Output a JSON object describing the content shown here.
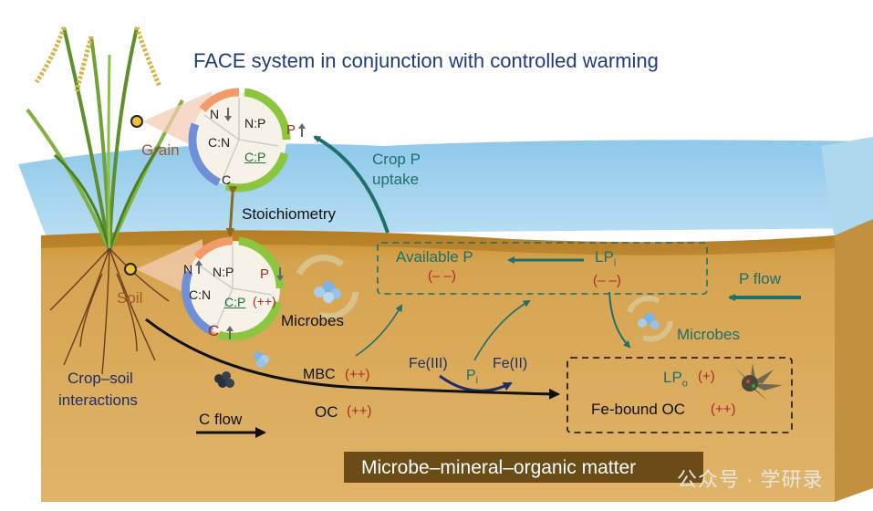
{
  "title": "FACE system in conjunction with controlled warming",
  "crop_labels": {
    "grain": "Grain",
    "soil": "Soil",
    "stoichiometry": "Stoichiometry",
    "crop_soil": "Crop–soil",
    "interactions": "interactions"
  },
  "grain_ring": {
    "n": "N",
    "np": "N:P",
    "p": "P",
    "cn": "C:N",
    "cp": "C:P",
    "c": "C"
  },
  "soil_ring": {
    "n": "N",
    "np": "N:P",
    "p": "P",
    "cn": "C:N",
    "cp": "C:P",
    "cp_mark": "(++)",
    "c": "C"
  },
  "flows": {
    "crop_p_uptake_1": "Crop P",
    "crop_p_uptake_2": "uptake",
    "available_p": "Available P",
    "available_p_mark": "(– –)",
    "lpi": "LP",
    "lpi_sub": "i",
    "lpi_mark": "(– –)",
    "p_flow": "P flow",
    "microbes_left": "Microbes",
    "microbes_right": "Microbes",
    "mbc": "MBC",
    "mbc_mark": "(++)",
    "oc": "OC",
    "oc_mark": "(++)",
    "fe3": "Fe(III)",
    "fe2": "Fe(II)",
    "pi": "P",
    "pi_sub": "i",
    "lpo": "LP",
    "lpo_sub": "o",
    "lpo_mark": "(+)",
    "fe_bound_oc": "Fe-bound OC",
    "fe_bound_oc_mark": "(++)",
    "c_flow": "C flow"
  },
  "banner": "Microbe–mineral–organic matter",
  "watermark": "公众号 · 学研录",
  "colors": {
    "water": "#9fd0ec",
    "soil": "#d9a84e",
    "soil_dark": "#b07a26",
    "teal": "#1f6f6a",
    "navy": "#1d2f66",
    "red": "#b0272b"
  }
}
